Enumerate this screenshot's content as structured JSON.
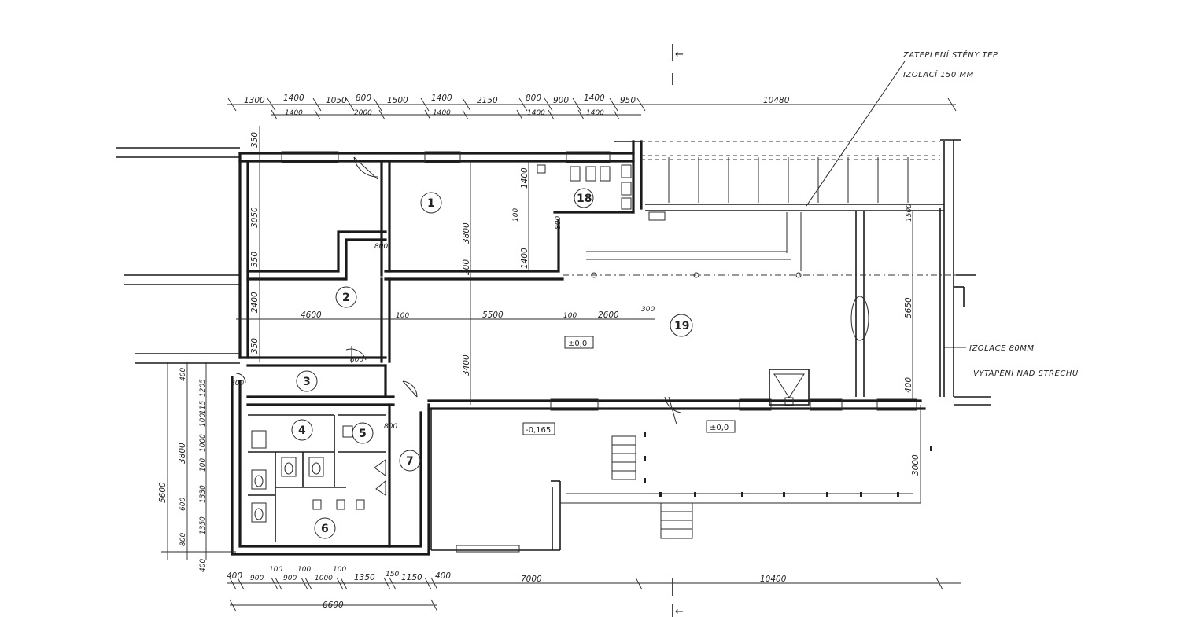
{
  "top_dims": [
    "1300",
    "1400",
    "1050",
    "800",
    "1500",
    "1400",
    "2150",
    "800",
    "900",
    "1400",
    "950",
    "10480"
  ],
  "top_dims_lower": [
    "1400",
    "2000",
    "1400",
    "1400",
    "1400"
  ],
  "bottom_dims": [
    "400",
    "900",
    "100",
    "900",
    "100",
    "1000",
    "100",
    "1350",
    "150",
    "1150",
    "400",
    "7000",
    "10400"
  ],
  "bottom_total": "6600",
  "left_dims": [
    "5600",
    "3800",
    "600",
    "800",
    "400",
    "1350",
    "1330",
    "100",
    "1000",
    "100",
    "1205",
    "115",
    "400"
  ],
  "interior_dims": [
    "350",
    "3050",
    "350",
    "2400",
    "350",
    "3800",
    "1400",
    "100",
    "1400",
    "200",
    "4600",
    "100",
    "5500",
    "100",
    "2600",
    "300",
    "3400",
    "1500",
    "5650",
    "400",
    "3000",
    "800",
    "800",
    "800",
    "800",
    "800"
  ],
  "rooms": [
    "1",
    "2",
    "3",
    "4",
    "5",
    "6",
    "7",
    "18",
    "19"
  ],
  "levels": [
    "±0,0",
    "-0,165",
    "±0,0"
  ],
  "notes": {
    "top_line1": "ZATEPLENÍ STĚNY TEP.",
    "top_line2": "IZOLACÍ 150 MM",
    "right_line1": "IZOLACE 80MM",
    "right_line2": "VYTÁPĚNÍ NAD STŘECHU"
  },
  "section_markers": [
    "←",
    "←"
  ]
}
